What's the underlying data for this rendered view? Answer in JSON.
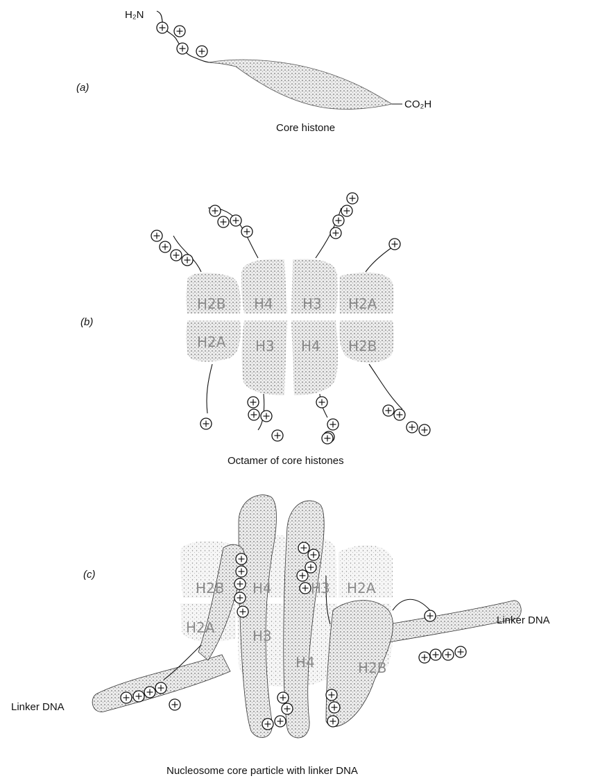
{
  "panels": {
    "a": {
      "letter": "(a)",
      "n_terminus": "H₂N",
      "c_terminus": "CO₂H",
      "caption": "Core histone",
      "charge_symbol": "+"
    },
    "b": {
      "letter": "(b)",
      "caption": "Octamer of core histones",
      "top_row": [
        "H2B",
        "H4",
        "H3",
        "H2A"
      ],
      "bottom_row": [
        "H2A",
        "H3",
        "H4",
        "H2B"
      ]
    },
    "c": {
      "letter": "(c)",
      "caption": "Nucleosome core particle with linker DNA",
      "linker_left": "Linker DNA",
      "linker_right": "Linker DNA",
      "top_row": [
        "H2B",
        "H4",
        "H3",
        "H2A"
      ],
      "bottom_row": [
        "H2A",
        "H3",
        "H4",
        "H2B"
      ]
    }
  },
  "colors": {
    "ink": "#111111",
    "stipple": "#dcdcdc",
    "handwriting": "#8a8a8a"
  }
}
